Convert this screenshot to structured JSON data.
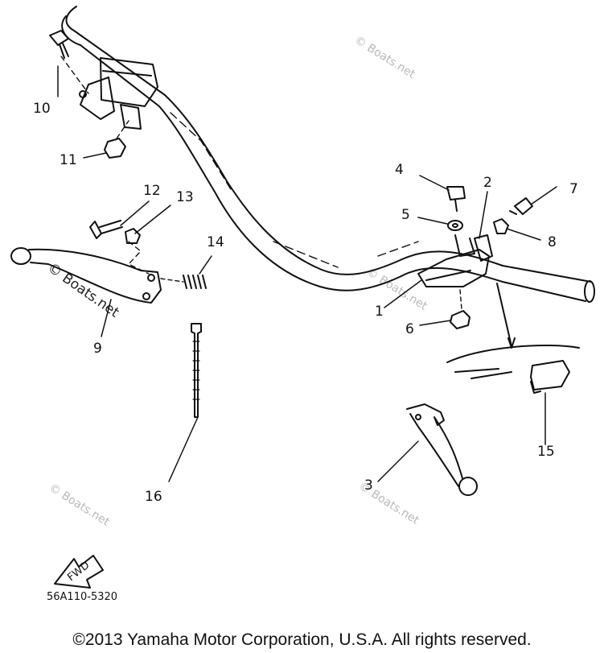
{
  "diagram": {
    "callouts": [
      {
        "id": "1",
        "text": "1"
      },
      {
        "id": "2",
        "text": "2"
      },
      {
        "id": "3",
        "text": "3"
      },
      {
        "id": "4",
        "text": "4"
      },
      {
        "id": "5",
        "text": "5"
      },
      {
        "id": "6",
        "text": "6"
      },
      {
        "id": "7",
        "text": "7"
      },
      {
        "id": "8",
        "text": "8"
      },
      {
        "id": "9",
        "text": "9"
      },
      {
        "id": "10",
        "text": "10"
      },
      {
        "id": "11",
        "text": "11"
      },
      {
        "id": "12",
        "text": "12"
      },
      {
        "id": "13",
        "text": "13"
      },
      {
        "id": "14",
        "text": "14"
      },
      {
        "id": "15",
        "text": "15"
      },
      {
        "id": "16",
        "text": "16"
      }
    ],
    "watermark": "© Boats.net",
    "direction_label": "FWD",
    "part_code": "56A110-5320",
    "copyright": "©2013 Yamaha Motor Corporation, U.S.A. All rights reserved."
  }
}
